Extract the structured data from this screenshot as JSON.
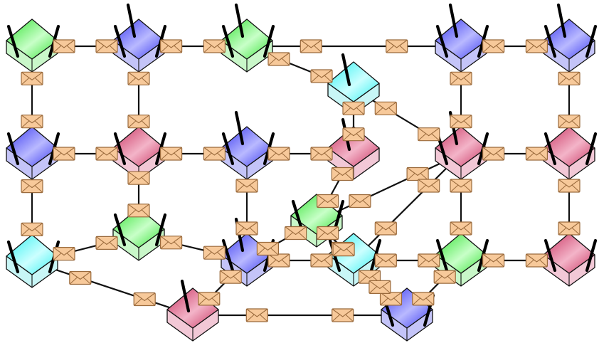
{
  "diagram": {
    "colors": {
      "background": "#ffffff",
      "link": "#111111",
      "envelope_fill": "#f7c99a",
      "envelope_stroke": "#9a6a3c",
      "antenna": "#000000"
    },
    "node_colors": {
      "green": {
        "top": "#2fe12f",
        "top_light": "#c8ffc8",
        "side": "#c9f7c9"
      },
      "blue": {
        "top": "#3434f0",
        "top_light": "#b9b9ff",
        "side": "#c4c4f8"
      },
      "cyan": {
        "top": "#2cf0f0",
        "top_light": "#ccffff",
        "side": "#c8f6f6"
      },
      "magenta": {
        "top": "#c8305e",
        "top_light": "#f3b4c8",
        "side": "#f2c8d6"
      }
    },
    "node_icon": "router-cube-icon",
    "antenna_icon": "antenna-icon",
    "message_icon": "envelope-icon",
    "nodes": [
      {
        "id": "n1",
        "color": "green",
        "antennas": 2
      },
      {
        "id": "n2",
        "color": "blue",
        "antennas": 3
      },
      {
        "id": "n3",
        "color": "green",
        "antennas": 3
      },
      {
        "id": "n4",
        "color": "cyan",
        "antennas": 1
      },
      {
        "id": "n5",
        "color": "blue",
        "antennas": 3
      },
      {
        "id": "n6",
        "color": "blue",
        "antennas": 3
      },
      {
        "id": "n7",
        "color": "blue",
        "antennas": 2
      },
      {
        "id": "n8",
        "color": "magenta",
        "antennas": 2
      },
      {
        "id": "n9",
        "color": "blue",
        "antennas": 3
      },
      {
        "id": "n10",
        "color": "magenta",
        "antennas": 1
      },
      {
        "id": "n11",
        "color": "magenta",
        "antennas": 3
      },
      {
        "id": "n12",
        "color": "magenta",
        "antennas": 2
      },
      {
        "id": "n13",
        "color": "cyan",
        "antennas": 2
      },
      {
        "id": "n14",
        "color": "green",
        "antennas": 2
      },
      {
        "id": "n15",
        "color": "green",
        "antennas": 2
      },
      {
        "id": "n16",
        "color": "blue",
        "antennas": 3
      },
      {
        "id": "n17",
        "color": "cyan",
        "antennas": 2
      },
      {
        "id": "n18",
        "color": "green",
        "antennas": 2
      },
      {
        "id": "n19",
        "color": "magenta",
        "antennas": 2
      },
      {
        "id": "n20",
        "color": "magenta",
        "antennas": 1
      },
      {
        "id": "n21",
        "color": "blue",
        "antennas": 2
      }
    ],
    "links": [
      {
        "from": "n1",
        "to": "n2"
      },
      {
        "from": "n2",
        "to": "n3"
      },
      {
        "from": "n3",
        "to": "n5"
      },
      {
        "from": "n5",
        "to": "n6"
      },
      {
        "from": "n3",
        "to": "n4"
      },
      {
        "from": "n1",
        "to": "n7"
      },
      {
        "from": "n2",
        "to": "n8"
      },
      {
        "from": "n5",
        "to": "n11"
      },
      {
        "from": "n6",
        "to": "n12"
      },
      {
        "from": "n7",
        "to": "n8"
      },
      {
        "from": "n8",
        "to": "n9"
      },
      {
        "from": "n9",
        "to": "n10"
      },
      {
        "from": "n11",
        "to": "n12"
      },
      {
        "from": "n4",
        "to": "n10"
      },
      {
        "from": "n4",
        "to": "n11"
      },
      {
        "from": "n7",
        "to": "n13"
      },
      {
        "from": "n8",
        "to": "n14"
      },
      {
        "from": "n9",
        "to": "n16"
      },
      {
        "from": "n11",
        "to": "n18"
      },
      {
        "from": "n12",
        "to": "n19"
      },
      {
        "from": "n13",
        "to": "n14"
      },
      {
        "from": "n14",
        "to": "n16"
      },
      {
        "from": "n16",
        "to": "n17"
      },
      {
        "from": "n17",
        "to": "n18"
      },
      {
        "from": "n18",
        "to": "n19"
      },
      {
        "from": "n10",
        "to": "n15"
      },
      {
        "from": "n15",
        "to": "n11"
      },
      {
        "from": "n15",
        "to": "n16"
      },
      {
        "from": "n15",
        "to": "n17"
      },
      {
        "from": "n11",
        "to": "n17"
      },
      {
        "from": "n13",
        "to": "n20"
      },
      {
        "from": "n20",
        "to": "n21"
      },
      {
        "from": "n16",
        "to": "n20"
      },
      {
        "from": "n17",
        "to": "n21"
      },
      {
        "from": "n21",
        "to": "n18"
      },
      {
        "from": "n15",
        "to": "n21"
      }
    ]
  }
}
